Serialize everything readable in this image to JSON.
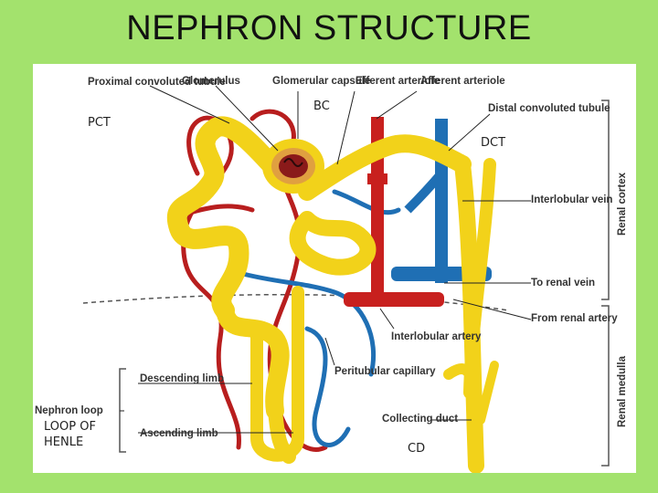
{
  "title": "NEPHRON STRUCTURE",
  "labels": {
    "pct": "Proximal convoluted tubule",
    "glomerulus": "Glomerulus",
    "capsule": "Glomerular capsule",
    "efferent": "Efferent arteriole",
    "afferent": "Afferent arteriole",
    "dct": "Distal convoluted tubule",
    "interlobular_vein": "Interlobular vein",
    "to_renal_vein": "To renal vein",
    "from_renal_artery": "From renal artery",
    "interlobular_artery": "Interlobular artery",
    "peritubular": "Peritubular capillary",
    "collecting": "Collecting duct",
    "descending": "Descending limb",
    "ascending": "Ascending limb",
    "nephron_loop": "Nephron loop",
    "renal_cortex": "Renal cortex",
    "renal_medulla": "Renal medulla"
  },
  "handwritten": {
    "pct": "PCT",
    "bc": "BC",
    "dct": "DCT",
    "loop_1": "LOOP OF",
    "loop_2": "HENLE",
    "cd": "CD"
  },
  "colors": {
    "background": "#a3e26d",
    "tubule": "#f2d21a",
    "artery": "#c8201e",
    "vein": "#1f6fb4"
  }
}
